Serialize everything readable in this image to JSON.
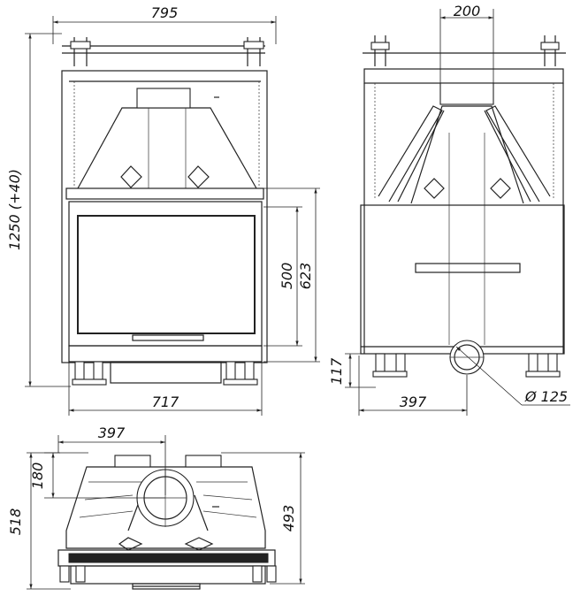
{
  "dimensions": {
    "front_width": "795",
    "front_base_width": "717",
    "total_height": "1250 (+40)",
    "glass_height": "500",
    "door_height": "623",
    "flue_width": "200",
    "side_base_width": "397",
    "foot_height": "117",
    "flue_diameter": "Ø 125",
    "top_offset_width": "397",
    "flue_offset_depth": "180",
    "total_depth": "518",
    "body_depth": "493"
  },
  "views": [
    "front-view",
    "side-view",
    "top-view"
  ],
  "colors": {
    "line": "#222222",
    "background": "#ffffff"
  }
}
